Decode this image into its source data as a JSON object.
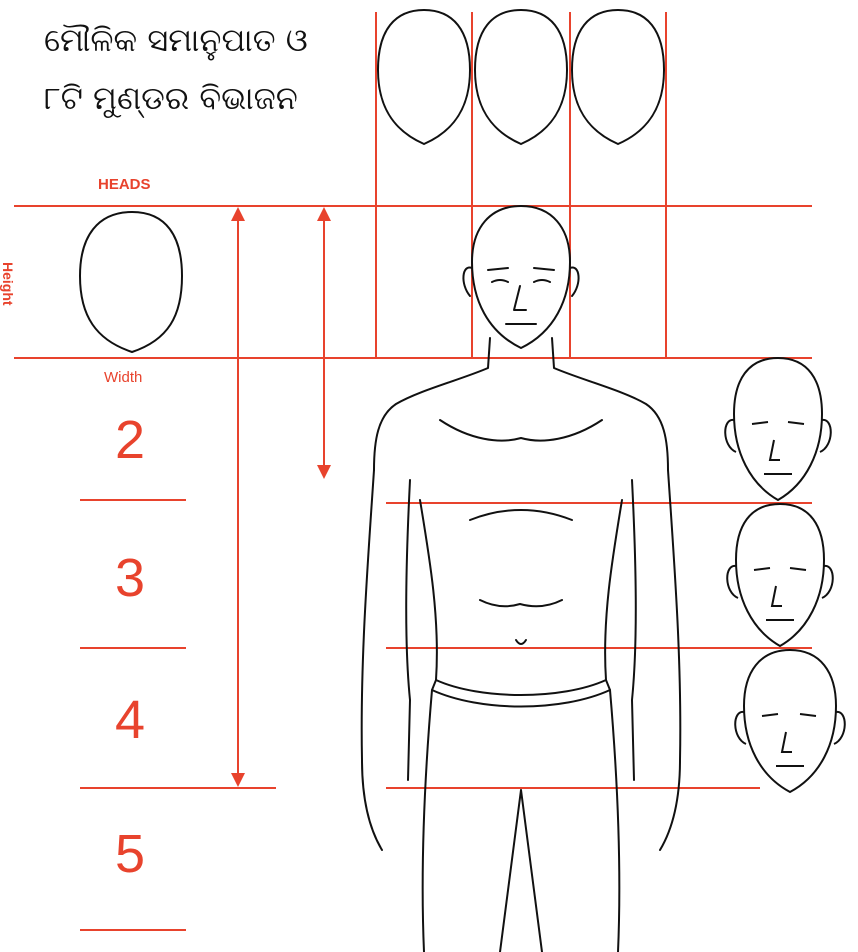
{
  "title": {
    "line1": "ମୌଳିକ ସମାନୁପାତ ଓ",
    "line2": "୮ଟି ମୁଣ୍ଡର ବିଭାଜନ"
  },
  "labels": {
    "heads": "HEADS",
    "height": "Height",
    "width": "Width"
  },
  "head_numbers": [
    "2",
    "3",
    "4",
    "5"
  ],
  "colors": {
    "accent": "#e8432d",
    "ink": "#111111",
    "background": "#ffffff"
  }
}
